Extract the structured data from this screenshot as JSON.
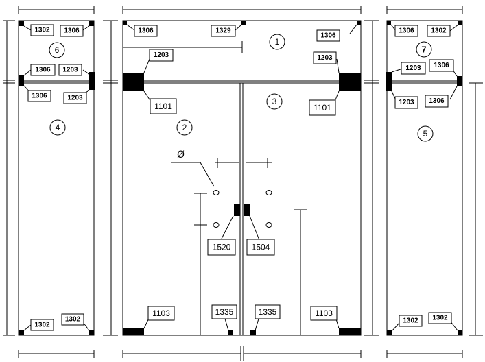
{
  "part_labels": {
    "l_top_left": "1302",
    "l_top_right": "1306",
    "l_mid_left": "1306",
    "l_mid_right": "1203",
    "l_mid_low_left": "1306",
    "l_mid_low_right": "1203",
    "l_bot_left": "1302",
    "l_bot_right": "1302",
    "c_top_left": "1306",
    "c_top_mid": "1329",
    "c_top_right": "1306",
    "c_upper_left": "1203",
    "c_upper_right": "1203",
    "c_patch_left": "1101",
    "c_patch_right": "1101",
    "c_lock_left": "1520",
    "c_lock_right": "1504",
    "c_bot_left": "1103",
    "c_bot_mid_left": "1335",
    "c_bot_mid_right": "1335",
    "c_bot_right": "1103",
    "r_top_left": "1306",
    "r_top_right": "1302",
    "r_mid_left": "1203",
    "r_mid_right": "1306",
    "r_mid_low_left": "1203",
    "r_mid_low_right": "1306",
    "r_bot_left": "1302",
    "r_bot_right": "1302"
  },
  "panel_numbers": {
    "p1": "1",
    "p2": "2",
    "p3": "3",
    "p4": "4",
    "p5": "5",
    "p6": "6",
    "p7": "7"
  },
  "diameter_symbol": "Ø"
}
